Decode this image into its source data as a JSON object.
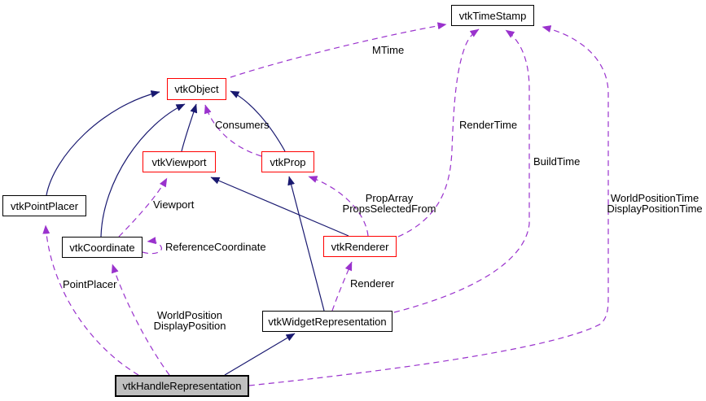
{
  "diagram": {
    "type": "collaboration-graph",
    "nodes": [
      {
        "id": "vtkTimeStamp",
        "label": "vtkTimeStamp",
        "border": "black",
        "highlighted": false
      },
      {
        "id": "vtkObject",
        "label": "vtkObject",
        "border": "red",
        "highlighted": false
      },
      {
        "id": "vtkViewport",
        "label": "vtkViewport",
        "border": "red",
        "highlighted": false
      },
      {
        "id": "vtkProp",
        "label": "vtkProp",
        "border": "red",
        "highlighted": false
      },
      {
        "id": "vtkPointPlacer",
        "label": "vtkPointPlacer",
        "border": "black",
        "highlighted": false
      },
      {
        "id": "vtkCoordinate",
        "label": "vtkCoordinate",
        "border": "black",
        "highlighted": false
      },
      {
        "id": "vtkRenderer",
        "label": "vtkRenderer",
        "border": "red",
        "highlighted": false
      },
      {
        "id": "vtkWidgetRepresentation",
        "label": "vtkWidgetRepresentation",
        "border": "black",
        "highlighted": false
      },
      {
        "id": "vtkHandleRepresentation",
        "label": "vtkHandleRepresentation",
        "border": "black",
        "highlighted": true
      }
    ],
    "edge_labels": [
      {
        "text": "MTime"
      },
      {
        "text": "Consumers"
      },
      {
        "text": "RenderTime"
      },
      {
        "text": "BuildTime"
      },
      {
        "text": "WorldPositionTime"
      },
      {
        "text": "DisplayPositionTime"
      },
      {
        "text": "PropArray"
      },
      {
        "text": "PropsSelectedFrom"
      },
      {
        "text": "Viewport"
      },
      {
        "text": "ReferenceCoordinate"
      },
      {
        "text": "PointPlacer"
      },
      {
        "text": "Renderer"
      },
      {
        "text": "WorldPosition"
      },
      {
        "text": "DisplayPosition"
      }
    ],
    "edges": [
      {
        "from": "vtkPointPlacer",
        "to": "vtkObject",
        "type": "inheritance",
        "label": ""
      },
      {
        "from": "vtkCoordinate",
        "to": "vtkObject",
        "type": "inheritance",
        "label": ""
      },
      {
        "from": "vtkViewport",
        "to": "vtkObject",
        "type": "inheritance",
        "label": ""
      },
      {
        "from": "vtkProp",
        "to": "vtkObject",
        "type": "inheritance",
        "label": ""
      },
      {
        "from": "vtkRenderer",
        "to": "vtkViewport",
        "type": "inheritance",
        "label": ""
      },
      {
        "from": "vtkWidgetRepresentation",
        "to": "vtkProp",
        "type": "inheritance",
        "label": ""
      },
      {
        "from": "vtkHandleRepresentation",
        "to": "vtkWidgetRepresentation",
        "type": "inheritance",
        "label": ""
      },
      {
        "from": "vtkObject",
        "to": "vtkTimeStamp",
        "type": "usage",
        "label": "MTime"
      },
      {
        "from": "vtkProp",
        "to": "vtkObject",
        "type": "usage",
        "label": "Consumers"
      },
      {
        "from": "vtkCoordinate",
        "to": "vtkViewport",
        "type": "usage",
        "label": "Viewport"
      },
      {
        "from": "vtkCoordinate",
        "to": "vtkCoordinate",
        "type": "usage",
        "label": "ReferenceCoordinate"
      },
      {
        "from": "vtkRenderer",
        "to": "vtkProp",
        "type": "usage",
        "label": "PropArray PropsSelectedFrom"
      },
      {
        "from": "vtkWidgetRepresentation",
        "to": "vtkRenderer",
        "type": "usage",
        "label": "Renderer"
      },
      {
        "from": "vtkRenderer",
        "to": "vtkTimeStamp",
        "type": "usage",
        "label": "RenderTime"
      },
      {
        "from": "vtkWidgetRepresentation",
        "to": "vtkTimeStamp",
        "type": "usage",
        "label": "BuildTime"
      },
      {
        "from": "vtkHandleRepresentation",
        "to": "vtkTimeStamp",
        "type": "usage",
        "label": "WorldPositionTime DisplayPositionTime"
      },
      {
        "from": "vtkHandleRepresentation",
        "to": "vtkPointPlacer",
        "type": "usage",
        "label": "PointPlacer"
      },
      {
        "from": "vtkHandleRepresentation",
        "to": "vtkCoordinate",
        "type": "usage",
        "label": "WorldPosition DisplayPosition"
      }
    ]
  },
  "colors": {
    "inheritance_edge": "#191970",
    "usage_edge": "#9a32cd",
    "node_border_red": "#ff0000",
    "node_border_black": "#000000",
    "highlight_fill": "#bfbfbf",
    "background": "#ffffff"
  }
}
